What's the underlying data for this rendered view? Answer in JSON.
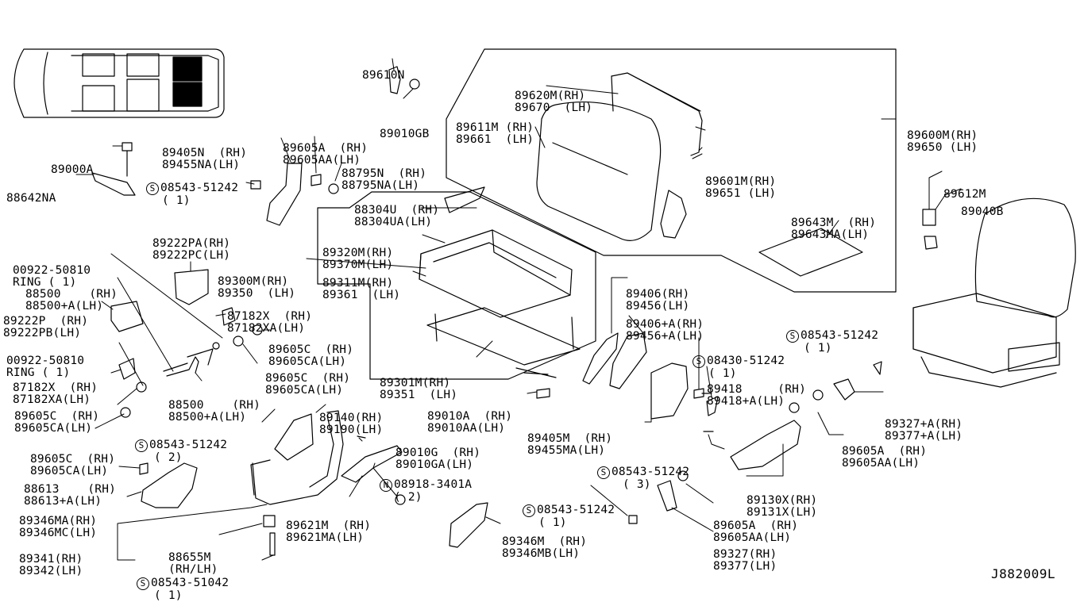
{
  "diagram_ref": "J882009L",
  "labels": [
    {
      "id": "89610N",
      "lines": [
        "89610N"
      ]
    },
    {
      "id": "89010GB",
      "lines": [
        "89010GB"
      ]
    },
    {
      "id": "89620M",
      "lines": [
        "89620M(RH)",
        "89670  (LH)"
      ]
    },
    {
      "id": "89611M",
      "lines": [
        "89611M (RH)",
        "89661  (LH)"
      ]
    },
    {
      "id": "89600M",
      "lines": [
        "89600M(RH)",
        "89650 (LH)"
      ]
    },
    {
      "id": "89601M",
      "lines": [
        "89601M(RH)",
        "89651 (LH)"
      ]
    },
    {
      "id": "89643M",
      "lines": [
        "89643M  (RH)",
        "89643MA(LH)"
      ]
    },
    {
      "id": "89612M",
      "lines": [
        "89612M"
      ]
    },
    {
      "id": "89040B",
      "lines": [
        "89040B"
      ]
    },
    {
      "id": "89405N",
      "lines": [
        "89405N  (RH)",
        "89455NA(LH)"
      ]
    },
    {
      "id": "89605A_top",
      "lines": [
        "89605A  (RH)",
        "89605AA(LH)"
      ]
    },
    {
      "id": "88795N",
      "lines": [
        "88795N  (RH)",
        "88795NA(LH)"
      ]
    },
    {
      "id": "89000A",
      "lines": [
        "89000A"
      ]
    },
    {
      "id": "88642NA",
      "lines": [
        "88642NA"
      ]
    },
    {
      "id": "s08543_a",
      "lines": [
        "08543-51242",
        "( 1)"
      ],
      "circle": "S"
    },
    {
      "id": "88304U",
      "lines": [
        "88304U  (RH)",
        "88304UA(LH)"
      ]
    },
    {
      "id": "89222PA",
      "lines": [
        "89222PA(RH)",
        "89222PC(LH)"
      ]
    },
    {
      "id": "89320M",
      "lines": [
        "89320M(RH)",
        "89370M(LH)"
      ]
    },
    {
      "id": "00922_a",
      "lines": [
        "00922-50810",
        "RING ( 1)"
      ]
    },
    {
      "id": "89300M",
      "lines": [
        "89300M(RH)",
        "89350  (LH)"
      ]
    },
    {
      "id": "89311M",
      "lines": [
        "89311M(RH)",
        "89361  (LH)"
      ]
    },
    {
      "id": "88500_a",
      "lines": [
        "88500    (RH)",
        "88500+A(LH)"
      ]
    },
    {
      "id": "89222P",
      "lines": [
        "89222P  (RH)",
        "89222PB(LH)"
      ]
    },
    {
      "id": "87182X_a",
      "lines": [
        "87182X  (RH)",
        "87182XA(LH)"
      ]
    },
    {
      "id": "89605C_a",
      "lines": [
        "89605C  (RH)",
        "89605CA(LH)"
      ]
    },
    {
      "id": "89406_a",
      "lines": [
        "89406(RH)",
        "89456(LH)"
      ]
    },
    {
      "id": "89406_b",
      "lines": [
        "89406+A(RH)",
        "89456+A(LH)"
      ]
    },
    {
      "id": "s08543_b",
      "lines": [
        "08543-51242",
        "( 1)"
      ],
      "circle": "S"
    },
    {
      "id": "00922_b",
      "lines": [
        "00922-50810",
        "RING ( 1)"
      ]
    },
    {
      "id": "89605C_b",
      "lines": [
        "89605C  (RH)",
        "89605CA(LH)"
      ]
    },
    {
      "id": "s08430",
      "lines": [
        "08430-51242",
        "( 1)"
      ],
      "circle": "S"
    },
    {
      "id": "87182X_b",
      "lines": [
        "87182X  (RH)",
        "87182XA(LH)"
      ]
    },
    {
      "id": "89301M",
      "lines": [
        "89301M(RH)",
        "89351  (LH)"
      ]
    },
    {
      "id": "89418",
      "lines": [
        "89418     (RH)",
        "89418+A(LH)"
      ]
    },
    {
      "id": "88500_b",
      "lines": [
        "88500    (RH)",
        "88500+A(LH)"
      ]
    },
    {
      "id": "89010A",
      "lines": [
        "89010A  (RH)",
        "89010AA(LH)"
      ]
    },
    {
      "id": "89605C_c",
      "lines": [
        "89605C  (RH)",
        "89605CA(LH)"
      ]
    },
    {
      "id": "89140",
      "lines": [
        "89140(RH)",
        "89190(LH)"
      ]
    },
    {
      "id": "89327_a",
      "lines": [
        "89327+A(RH)",
        "89377+A(LH)"
      ]
    },
    {
      "id": "89405M",
      "lines": [
        "89405M  (RH)",
        "89455MA(LH)"
      ]
    },
    {
      "id": "89605A_b",
      "lines": [
        "89605A  (RH)",
        "89605AA(LH)"
      ]
    },
    {
      "id": "s08543_c",
      "lines": [
        "08543-51242",
        "( 2)"
      ],
      "circle": "S"
    },
    {
      "id": "89605C_d",
      "lines": [
        "89605C  (RH)",
        "89605CA(LH)"
      ]
    },
    {
      "id": "89010G",
      "lines": [
        "89010G  (RH)",
        "89010GA(LH)"
      ]
    },
    {
      "id": "s08543_d",
      "lines": [
        "08543-51242",
        "( 3)"
      ],
      "circle": "S"
    },
    {
      "id": "n08918",
      "lines": [
        "08918-3401A",
        "( 2)"
      ],
      "circle": "N"
    },
    {
      "id": "88613",
      "lines": [
        "88613    (RH)",
        "88613+A(LH)"
      ]
    },
    {
      "id": "89130X",
      "lines": [
        "89130X(RH)",
        "89131X(LH)"
      ]
    },
    {
      "id": "89346MA",
      "lines": [
        "89346MA(RH)",
        "89346MC(LH)"
      ]
    },
    {
      "id": "s08543_e",
      "lines": [
        "08543-51242",
        "( 1)"
      ],
      "circle": "S"
    },
    {
      "id": "89621M",
      "lines": [
        "89621M  (RH)",
        "89621MA(LH)"
      ]
    },
    {
      "id": "89605A_c",
      "lines": [
        "89605A  (RH)",
        "89605AA(LH)"
      ]
    },
    {
      "id": "89346M",
      "lines": [
        "89346M  (RH)",
        "89346MB(LH)"
      ]
    },
    {
      "id": "89341",
      "lines": [
        "89341(RH)",
        "89342(LH)"
      ]
    },
    {
      "id": "88655M",
      "lines": [
        "88655M",
        "(RH/LH)"
      ]
    },
    {
      "id": "89327_b",
      "lines": [
        "89327(RH)",
        "89377(LH)"
      ]
    },
    {
      "id": "s08543_f",
      "lines": [
        "08543-51042",
        "( 1)"
      ],
      "circle": "S"
    }
  ]
}
